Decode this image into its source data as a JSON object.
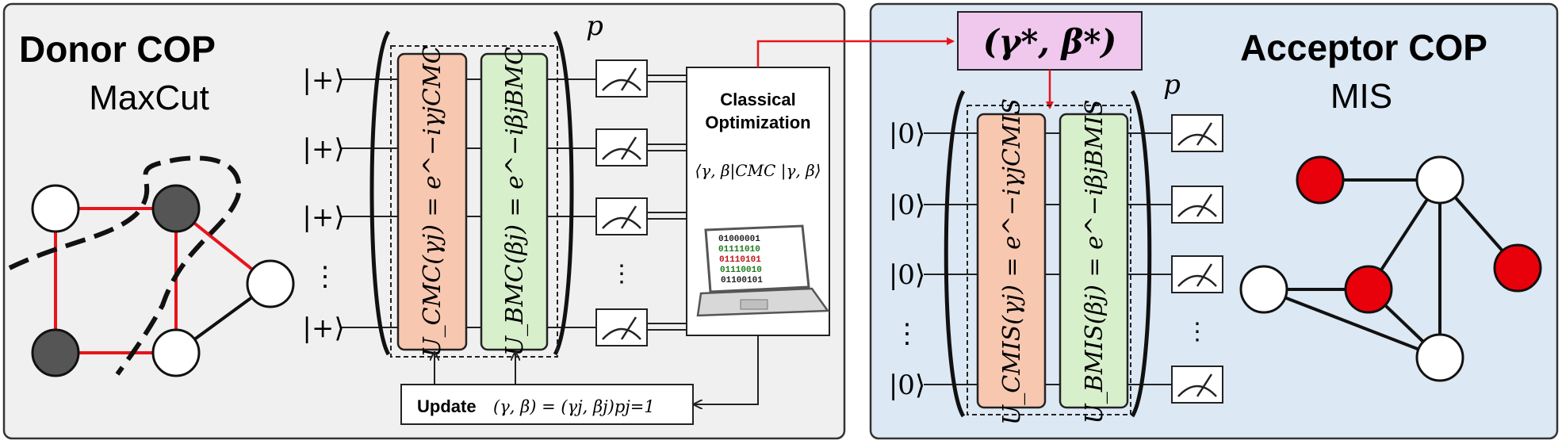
{
  "donor": {
    "title": "Donor COP",
    "subtitle": "MaxCut",
    "ket": "|+⟩",
    "vdots": "⋮",
    "gate_cost": "U_CMC(γj) = e^−iγjCMC",
    "gate_mixer": "U_BMC(βj) = e^−iβjBMC",
    "p_label": "p",
    "optimizer_title": [
      "Classical",
      "Optimization"
    ],
    "optimizer_expr": "⟨γ, β|CMC |γ, β⟩",
    "update_label": "Update",
    "update_expr": "(γ, β) = (γj, βj)pj=1",
    "laptop_bits": [
      "01000001",
      "01111010",
      "01110101",
      "01110010",
      "01100101"
    ]
  },
  "transfer": {
    "params": "(γ*, β*)"
  },
  "acceptor": {
    "title": "Acceptor COP",
    "subtitle": "MIS",
    "ket": "|0⟩",
    "vdots": "⋮",
    "gate_cost": "U_CMIS(γj) = e^−iγjCMIS",
    "gate_mixer": "U_BMIS(βj) = e^−iβjBMIS",
    "p_label": "p"
  },
  "colors": {
    "donor_bg": "#f0f0f0",
    "acceptor_bg": "#dce8f4",
    "cost_gate": "#f7c7b0",
    "mixer_gate": "#d8efcc",
    "params_box": "#f0c8ee",
    "cut_edge": "#e8141b",
    "mis_node": "#e8000b",
    "dark_node": "#555555"
  }
}
